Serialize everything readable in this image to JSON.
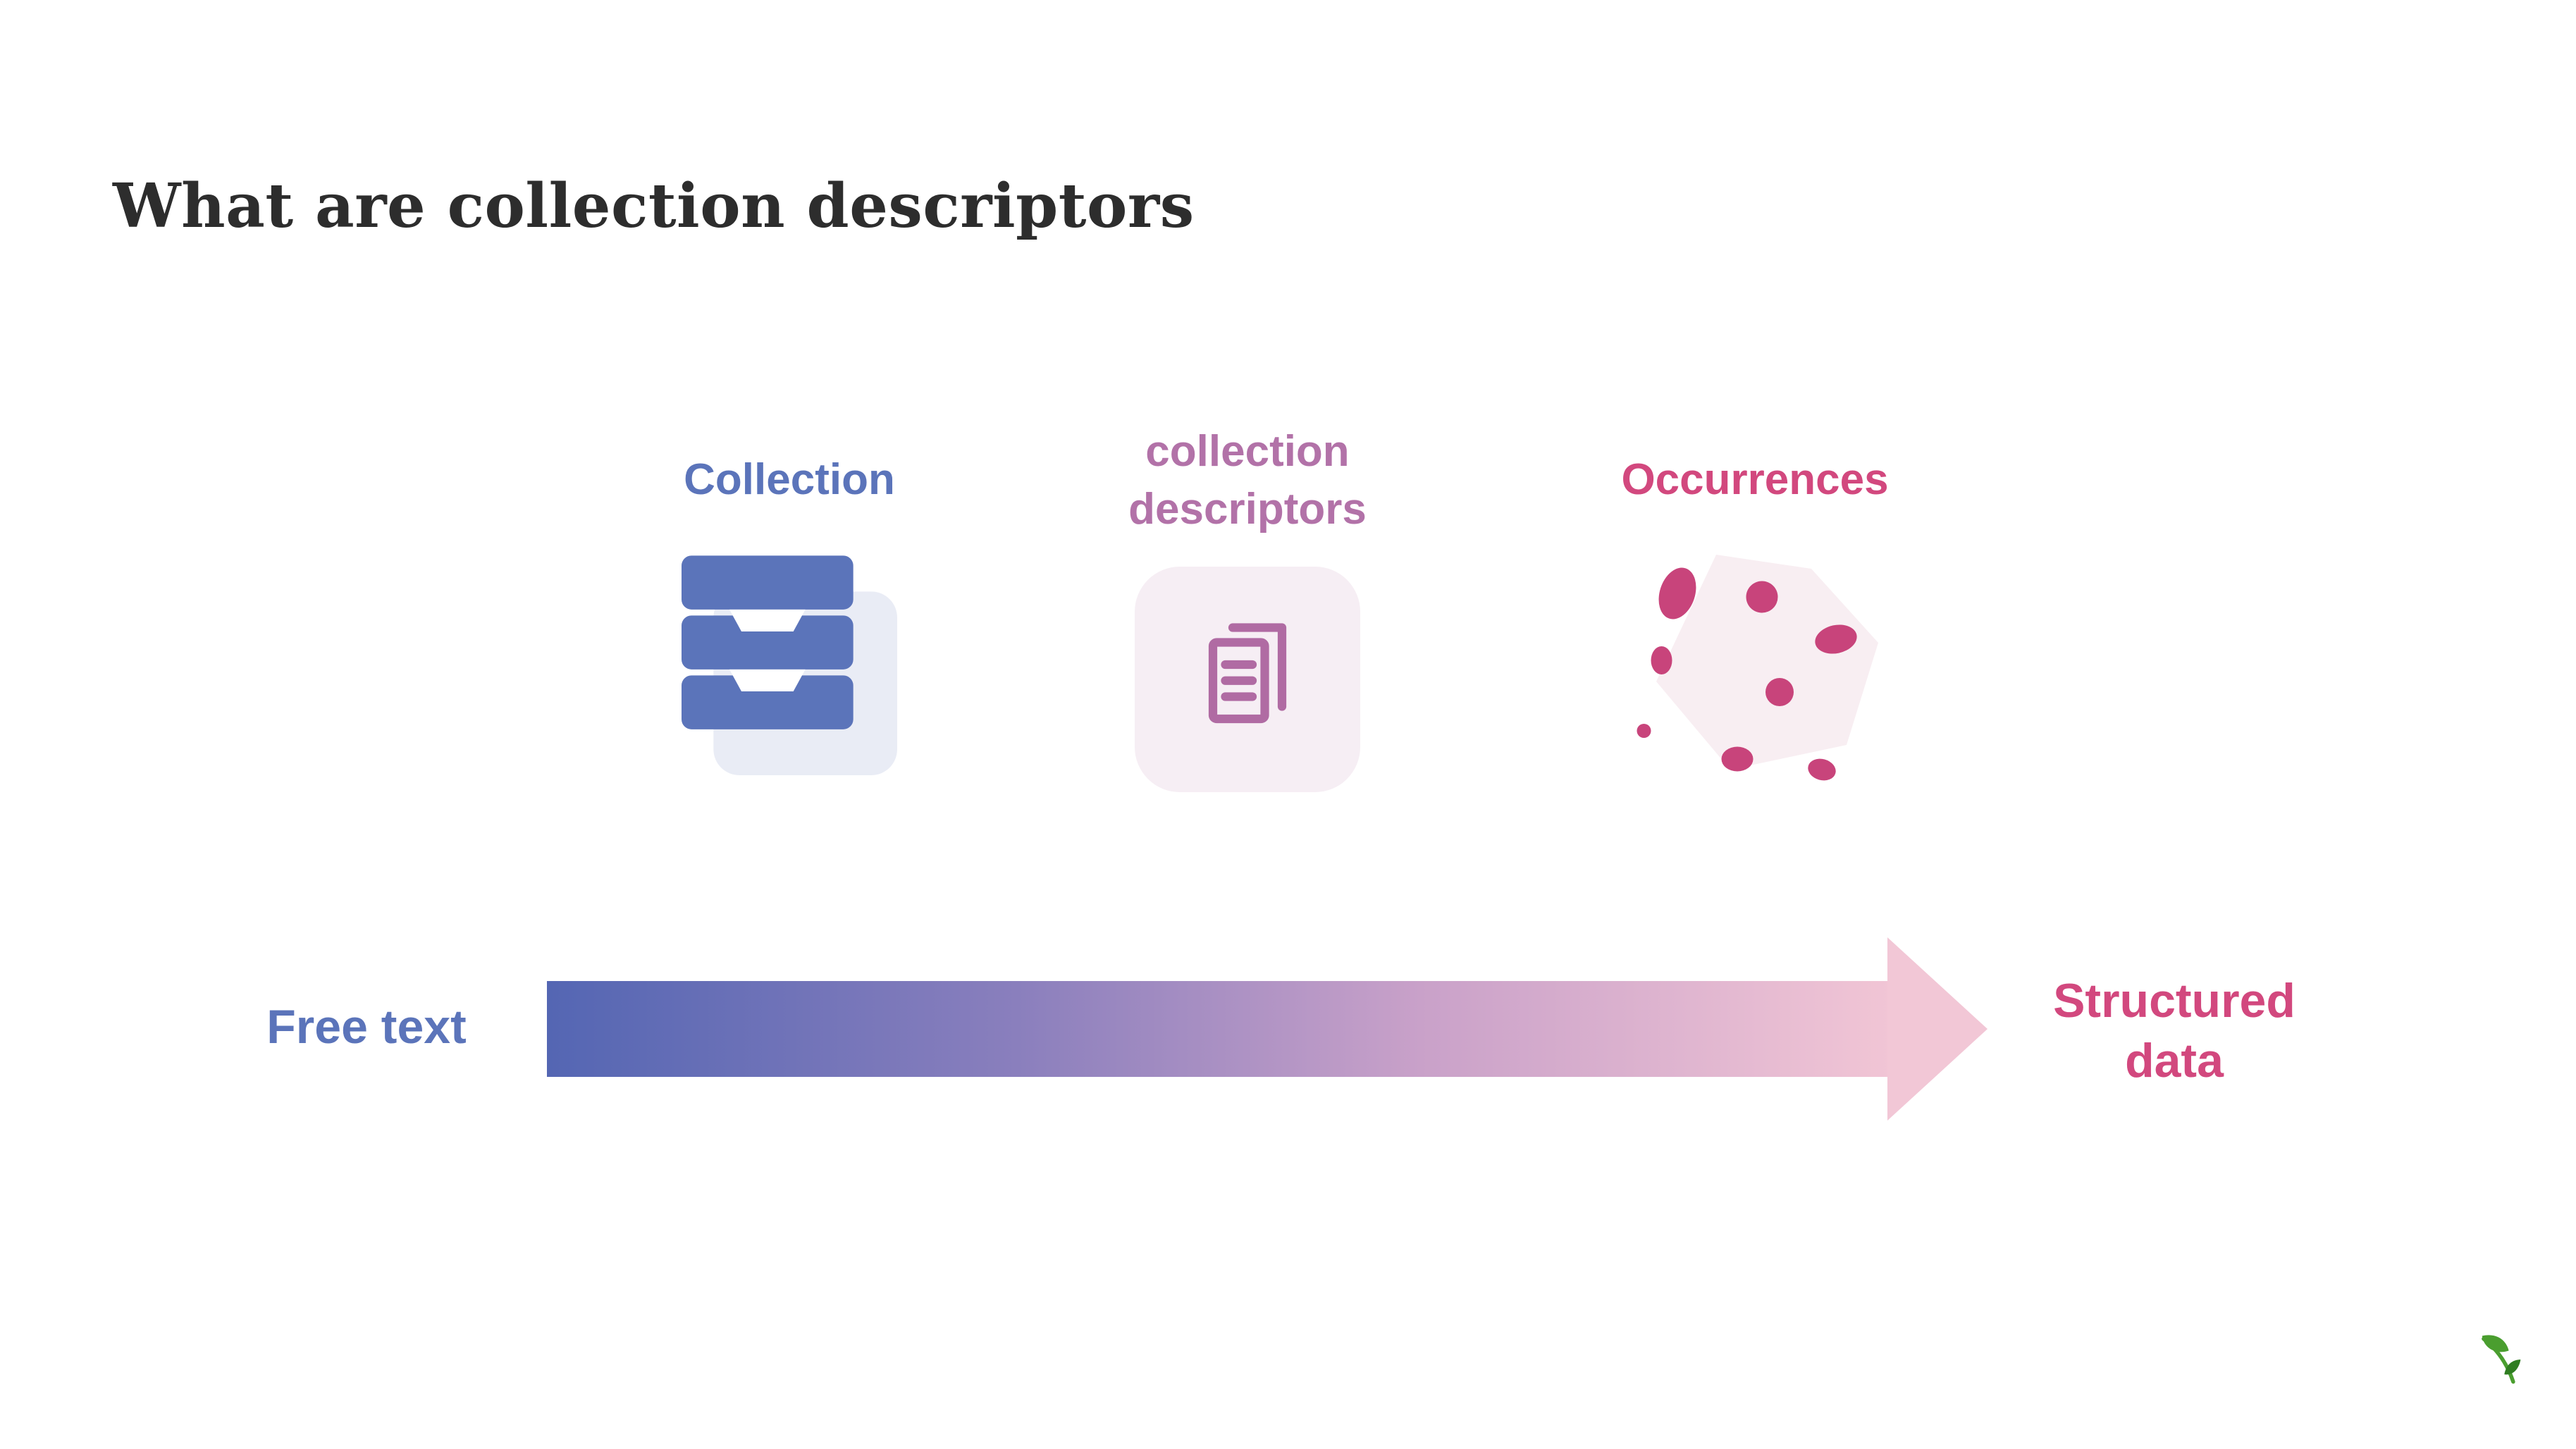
{
  "slide": {
    "title": "What are collection descriptors"
  },
  "items": [
    {
      "label": "Collection",
      "icon": "collection-drawers-icon",
      "color": "#5b74ba"
    },
    {
      "label": "collection descriptors",
      "icon": "descriptor-document-icon",
      "color": "#b272a8"
    },
    {
      "label": "Occurrences",
      "icon": "occurrences-dots-icon",
      "color": "#d2487e"
    }
  ],
  "arrow": {
    "start_label": "Free text",
    "end_label": "Structured data",
    "gradient_start": "#5466b3",
    "gradient_end": "#f2c7d6",
    "direction": "left-to-right"
  },
  "logo": {
    "name": "leaf-logo",
    "color": "#4a9e2f"
  }
}
